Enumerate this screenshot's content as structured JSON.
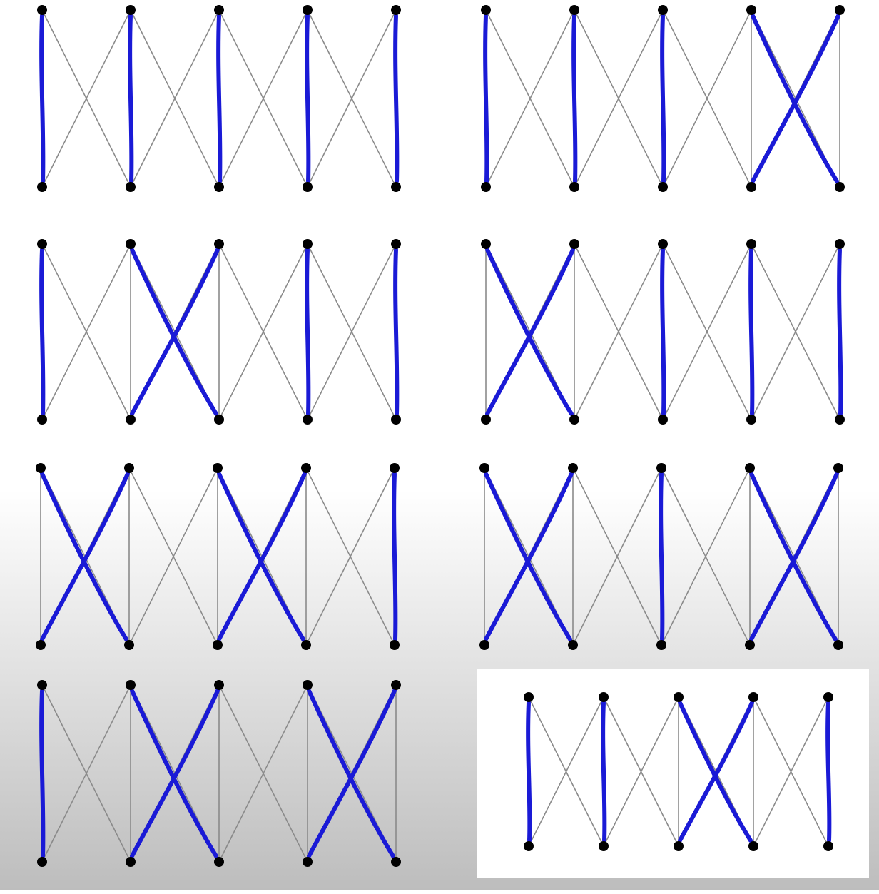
{
  "title": "",
  "colors": {
    "background_top": "#ffffff",
    "background_bottom": "#c0c0c0",
    "graph_edge": "#8a8a8a",
    "vertex": "#000000",
    "highlight": "#1a1ad6",
    "panel": "#ffffff"
  },
  "graph": {
    "kind": "ladder-with-crossings",
    "vertices_per_row": 5,
    "edge_types": [
      "vertical",
      "cross"
    ]
  },
  "panels": [
    {
      "id": "p1",
      "highlighted_edges": [
        "v0",
        "v1",
        "v2",
        "v3",
        "v4"
      ]
    },
    {
      "id": "p2",
      "highlighted_edges": [
        "v0",
        "v1",
        "v2",
        "x3"
      ]
    },
    {
      "id": "p3",
      "highlighted_edges": [
        "v0",
        "x1",
        "v3",
        "v4"
      ]
    },
    {
      "id": "p4",
      "highlighted_edges": [
        "x0",
        "v2",
        "v3",
        "v4"
      ]
    },
    {
      "id": "p5",
      "highlighted_edges": [
        "x0",
        "x2",
        "v4"
      ]
    },
    {
      "id": "p6",
      "highlighted_edges": [
        "x0",
        "v2",
        "x3"
      ]
    },
    {
      "id": "p7",
      "highlighted_edges": [
        "v0",
        "x1",
        "x3"
      ]
    },
    {
      "id": "p8",
      "highlighted_edges": [
        "v0",
        "v1",
        "x2",
        "v4"
      ]
    }
  ]
}
